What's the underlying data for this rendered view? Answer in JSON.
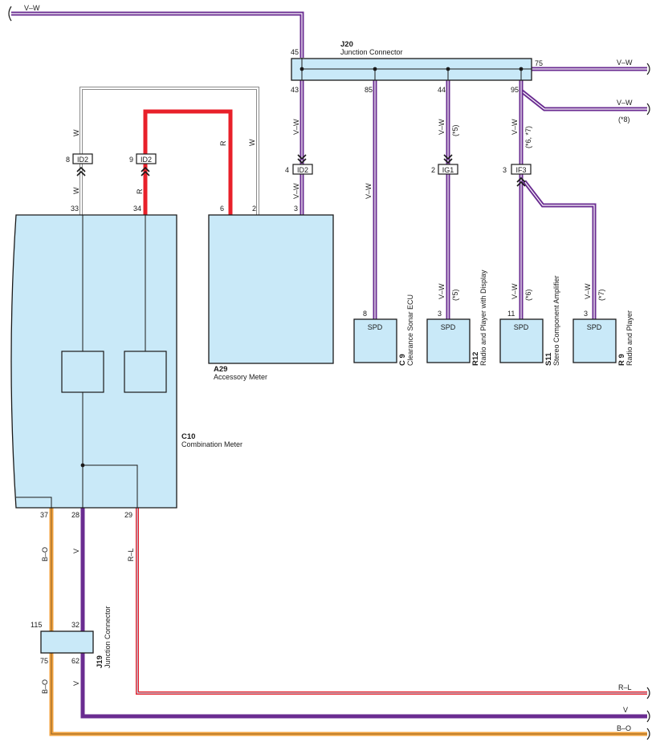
{
  "colors": {
    "violet": "#6a2c91",
    "red": "#e8202a",
    "orange": "#f2a23c",
    "component_fill": "#c9e9f8",
    "wire_gray": "#8c8c8c"
  },
  "wire_colors": {
    "vw": "V–W",
    "w": "W",
    "r": "R",
    "v": "V",
    "bo": "B–O",
    "rl": "R–L"
  },
  "notes": {
    "n5": "(*5)",
    "n6": "(*6)",
    "n67": "(*6, *7)",
    "n7": "(*7)",
    "n8": "(*8)"
  },
  "connectors": {
    "id2": "ID2",
    "ig1": "IG1",
    "if3": "IF3"
  },
  "spd": "SPD",
  "components": {
    "j20": {
      "code": "J20",
      "name": "Junction Connector"
    },
    "c10": {
      "code": "C10",
      "name": "Combination Meter"
    },
    "a29": {
      "code": "A29",
      "name": "Accessory Meter"
    },
    "c9": {
      "code": "C 9",
      "name": "Clearance Sonar ECU"
    },
    "r12": {
      "code": "R12",
      "name": "Radio and Player with Display"
    },
    "s11": {
      "code": "S11",
      "name": "Stereo Component Amplifier"
    },
    "r9": {
      "code": "R 9",
      "name": "Radio and Player"
    },
    "j19": {
      "code": "J19",
      "name": "Junction Connector"
    }
  },
  "pins": {
    "j20_45": "45",
    "j20_75": "75",
    "j20_43": "43",
    "j20_85": "85",
    "j20_44": "44",
    "j20_95": "95",
    "id2_8": "8",
    "id2_9": "9",
    "id2_4": "4",
    "ig1_2": "2",
    "if3_3": "3",
    "c10_33": "33",
    "c10_34": "34",
    "c10_37": "37",
    "c10_28": "28",
    "c10_29": "29",
    "a29_6": "6",
    "a29_2": "2",
    "a29_3": "3",
    "c9_8": "8",
    "r12_3": "3",
    "s11_11": "11",
    "r9_3": "3",
    "j19_115": "115",
    "j19_32": "32",
    "j19_75": "75",
    "j19_62": "62"
  }
}
